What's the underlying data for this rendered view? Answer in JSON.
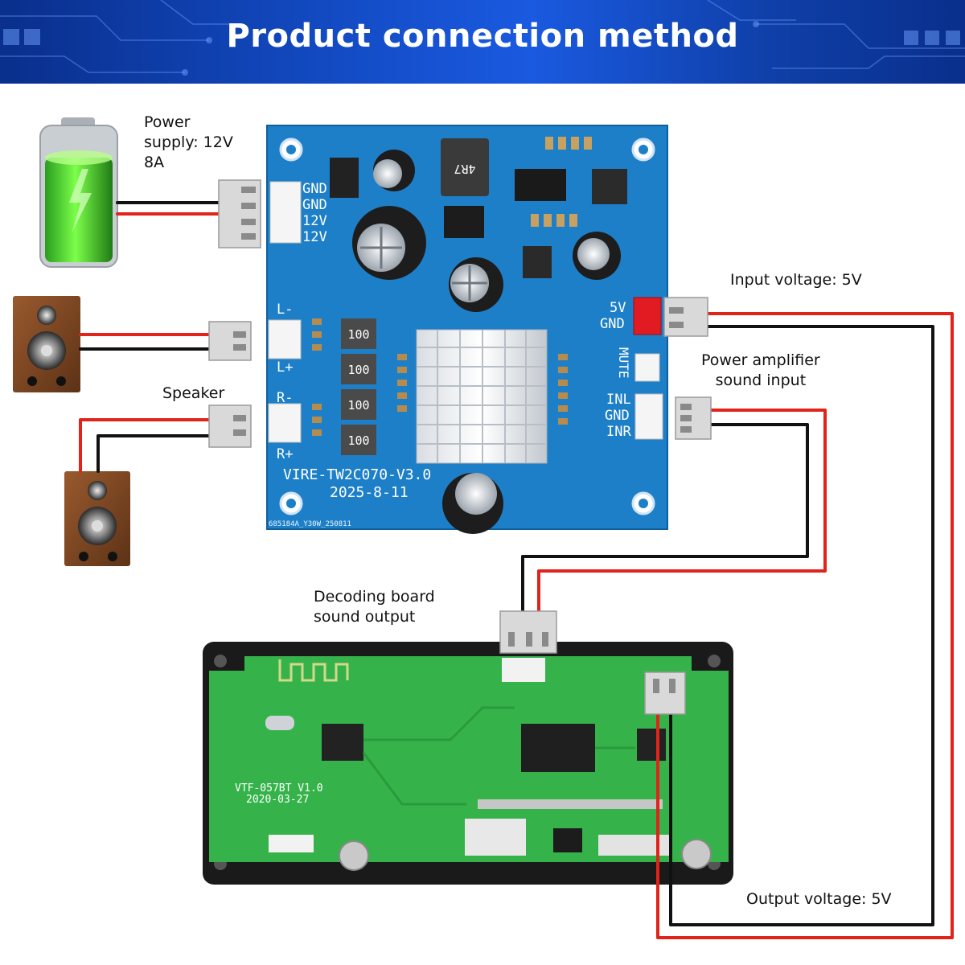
{
  "header": {
    "title": "Product connection method"
  },
  "labels": {
    "power_supply_line1": "Power",
    "power_supply_line2": "supply: 12V",
    "power_supply_line3": "8A",
    "input_voltage": "Input voltage: 5V",
    "pa_input_line1": "Power amplifier",
    "pa_input_line2": "sound input",
    "speaker": "Speaker",
    "decoding_line1": "Decoding board",
    "decoding_line2": "sound output",
    "output_voltage": "Output voltage: 5V"
  },
  "amp_board": {
    "power_pins": [
      "GND",
      "GND",
      "12V",
      "12V"
    ],
    "left_ch": [
      "L-",
      "L+"
    ],
    "right_ch": [
      "R-",
      "R+"
    ],
    "aux_power": [
      "5V",
      "GND"
    ],
    "mute": "MUTE",
    "input_pins": [
      "INL",
      "GND",
      "INR"
    ],
    "model": "VIRE-TW2C070-V3.0",
    "date": "2025-8-11",
    "serial": "685184A_Y30W_250811",
    "inductor_marks": [
      "100",
      "100",
      "100",
      "100"
    ],
    "big_inductor": "4R7"
  },
  "decoder_board": {
    "model": "VTF-057BT V1.0",
    "date": "2020-03-27"
  },
  "colors": {
    "banner": "#1a4fc4",
    "amp_pcb": "#1d7fc8",
    "decoder_pcb": "#35b34a",
    "wire_red": "#e2231a",
    "wire_black": "#111111"
  }
}
